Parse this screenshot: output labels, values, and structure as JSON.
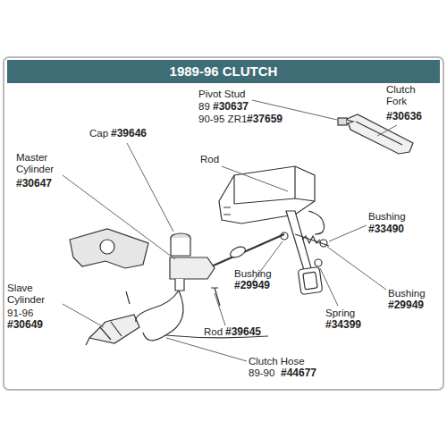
{
  "diagram": {
    "title": "1989-96 CLUTCH",
    "labels": [
      "Pivot Stud",
      "89",
      "#30637",
      "90-95 ZR1",
      "#37659",
      "Clutch Fork",
      "#30636",
      "Cap",
      "#39646",
      "Master Cylinder",
      "#30647",
      "Rod",
      "Bushing",
      "#33490",
      "Slave Cylinder",
      "91-96",
      "#30649",
      "Bushing",
      "#29949",
      "Spring",
      "#34399",
      "Bushing",
      "#29949",
      "Rod",
      "#39645",
      "Clutch Hose",
      "89-90",
      "#44677"
    ]
  }
}
